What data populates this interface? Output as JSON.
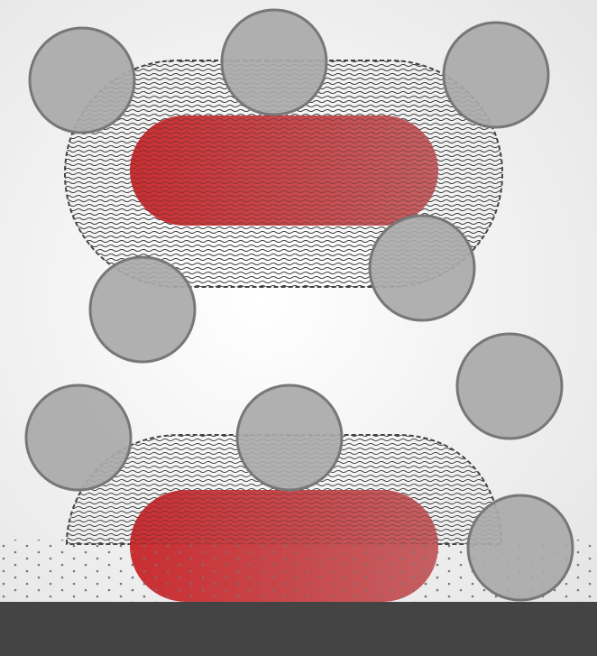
{
  "colors": {
    "background_center": "#ffffff",
    "background_edge": "#e6e6e6",
    "capsule_core_start": "#c8282c",
    "capsule_core_end": "#c35b5e",
    "zone_outline": "#444444",
    "zone_hatch": "#333333",
    "particle_fill": "#a9a9a9",
    "particle_stroke": "#777777",
    "particle_opacity": 0.92,
    "surface": "#444444",
    "dot_texture": "#777777"
  },
  "icons": {
    "hatch": "wavy-lines-pattern",
    "dots": "dotted-texture-pattern"
  }
}
